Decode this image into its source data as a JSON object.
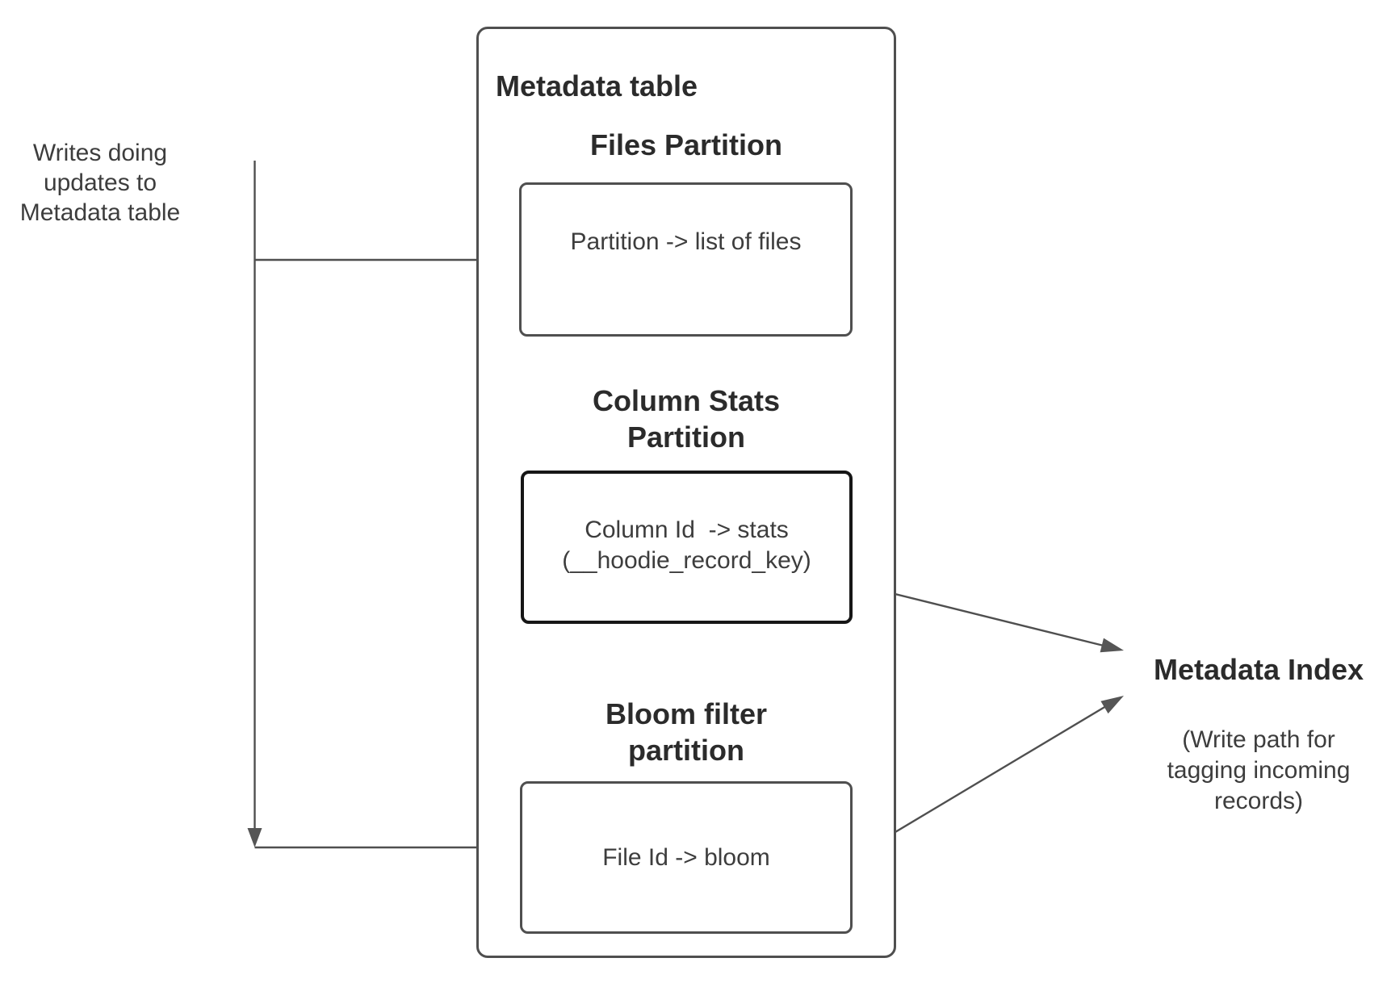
{
  "colors": {
    "line": "#4f4f4f",
    "box_border": "#4f4f4f",
    "emphasis_box_border": "#161616",
    "heading_text": "#2b2b2b",
    "body_text": "#3d3d3d",
    "background": "#ffffff"
  },
  "left_note": {
    "lines": [
      "Writes doing",
      "updates to",
      "Metadata table"
    ]
  },
  "metadata_table": {
    "title": "Metadata table",
    "files_partition": {
      "heading": "Files Partition",
      "box_text": "Partition -> list of files"
    },
    "column_stats_partition": {
      "heading_lines": [
        "Column Stats",
        "Partition"
      ],
      "box_lines": [
        "Column Id  -> stats",
        "(__hoodie_record_key)"
      ]
    },
    "bloom_filter_partition": {
      "heading_lines": [
        "Bloom filter",
        "partition"
      ],
      "box_text": "File Id -> bloom"
    }
  },
  "metadata_index": {
    "title": "Metadata Index",
    "note_lines": [
      "(Write path for",
      "tagging incoming",
      "records)"
    ]
  }
}
